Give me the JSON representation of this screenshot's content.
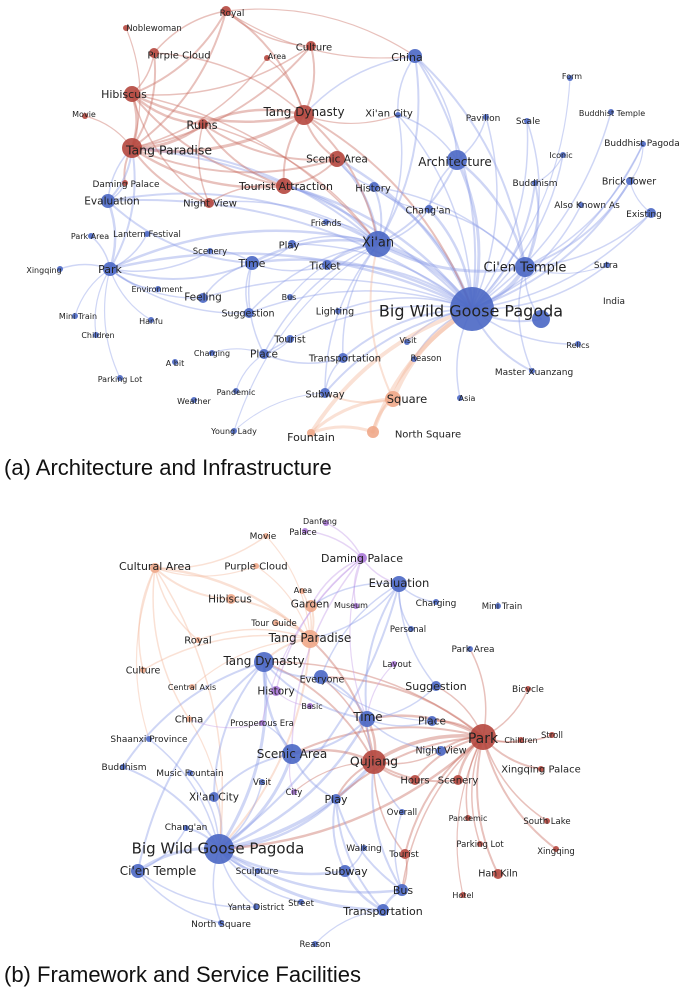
{
  "captions": {
    "a": "(a) Architecture and Infrastructure",
    "b": "(b) Framework and Service Facilities"
  },
  "colors": {
    "red": "#b5473e",
    "blue": "#4a67c4",
    "orange": "#f0a98a",
    "purple": "#a877d6",
    "edge_red": "#c96b5f",
    "edge_blue": "#8d9de8",
    "edge_orange": "#f3b79c",
    "edge_purple": "#c49be6"
  },
  "network_a": {
    "labels": [
      "Royal",
      "Noblewoman",
      "Purple Cloud",
      "Area",
      "Culture",
      "China",
      "Movie",
      "Hibiscus",
      "Ruins",
      "Tang Dynasty",
      "Xi'an City",
      "Pavilion",
      "Scale",
      "Form",
      "Buddhist Temple",
      "Buddhist Pagoda",
      "Iconic",
      "Tang Paradise",
      "Scenic Area",
      "Architecture",
      "Daming Palace",
      "Evaluation",
      "Night View",
      "Tourist Attraction",
      "History",
      "Buddhism",
      "Brick Tower",
      "Also Known As",
      "Existing",
      "Chang'an",
      "Park Area",
      "Lantern Festival",
      "Friends",
      "Xi'an",
      "Xingqing",
      "Park",
      "Scenery",
      "Play",
      "Time",
      "Ticket",
      "Ci'en Temple",
      "Sutra",
      "Environment",
      "Feeling",
      "Bus",
      "Suggestion",
      "Lighting",
      "Mini Train",
      "Hanfu",
      "Big Wild Goose Pagoda",
      "India",
      "Children",
      "Visit",
      "Tourist",
      "Charging",
      "Place",
      "A bit",
      "Transportation",
      "Reason",
      "Relics",
      "Parking Lot",
      "Master Xuanzang",
      "Pandemic",
      "Subway",
      "Asia",
      "Weather",
      "Square",
      "Young Lady",
      "North Square",
      "Fountain"
    ]
  },
  "network_b": {
    "labels": [
      "Danfeng",
      "Movie",
      "Palace",
      "Daming Palace",
      "Cultural Area",
      "Purple Cloud",
      "Evaluation",
      "Hibiscus",
      "Area",
      "Charging",
      "Mini Train",
      "Museum",
      "Garden",
      "Tour Guide",
      "Personal",
      "Tang Paradise",
      "Royal",
      "Park Area",
      "Culture",
      "Tang Dynasty",
      "Layout",
      "Suggestion",
      "Central Axis",
      "Everyone",
      "Bicycle",
      "History",
      "Basic",
      "China",
      "Prosperous Era",
      "Time",
      "Place",
      "Park",
      "Children",
      "Stroll",
      "Shaanxi Province",
      "Night View",
      "Scenic Area",
      "Qujiang",
      "Buddhism",
      "Hours",
      "Scenery",
      "Xingqing Palace",
      "Music Fountain",
      "Visit",
      "City",
      "Play",
      "Xi'an City",
      "Overall",
      "Pandemic",
      "South Lake",
      "Chang'an",
      "Walking",
      "Tourist",
      "Parking Lot",
      "Xingqing",
      "Big Wild Goose Pagoda",
      "Han Kiln",
      "Ci'en Temple",
      "Sculpture",
      "Subway",
      "Bus",
      "Hotel",
      "Street",
      "Transportation",
      "Yanta District",
      "North Square",
      "Reason"
    ]
  }
}
